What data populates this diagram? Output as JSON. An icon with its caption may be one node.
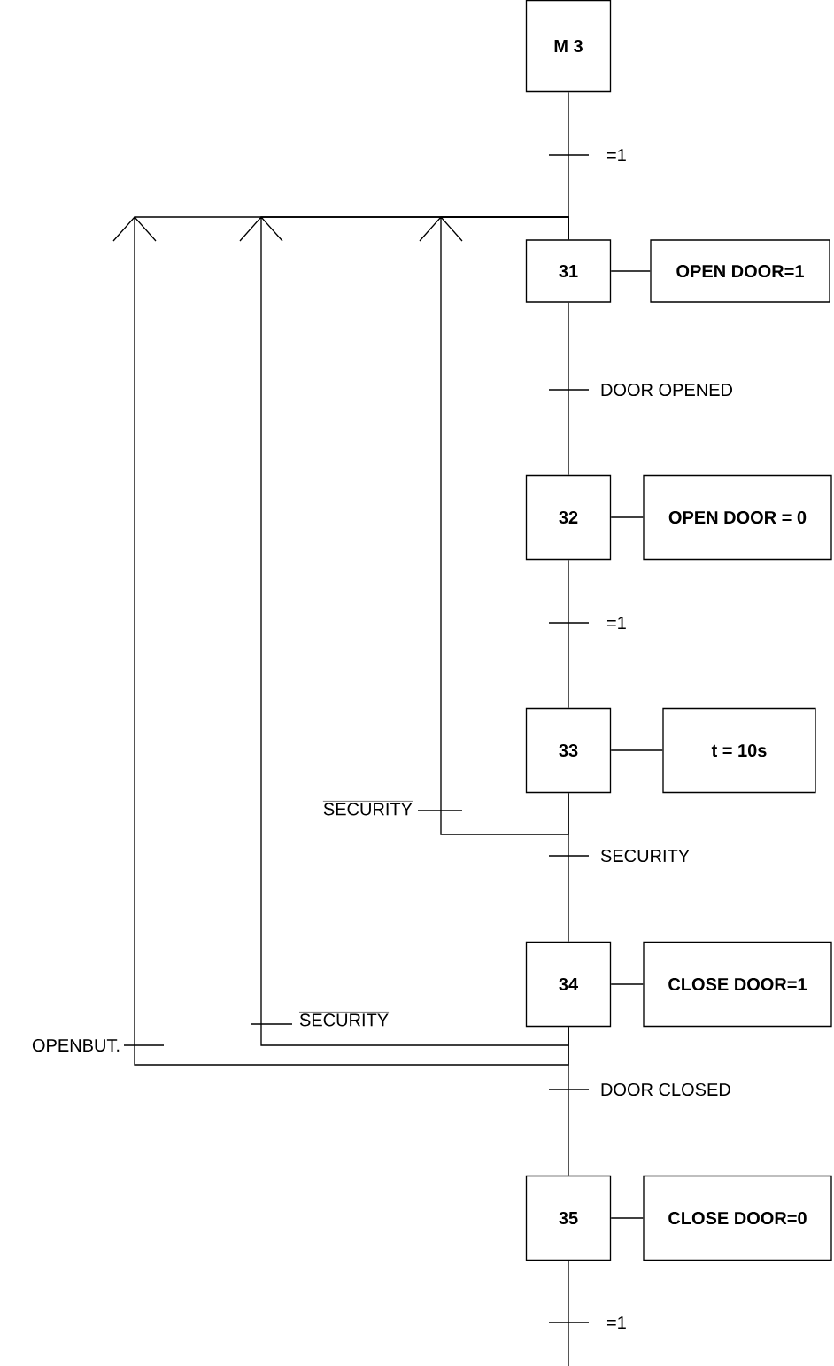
{
  "diagram": {
    "nodes": [
      {
        "text": [
          "M 3"
        ]
      },
      {
        "text": [
          "31"
        ]
      },
      {
        "text": [
          "OPEN DOOR=1"
        ]
      },
      {
        "text": [
          "32"
        ]
      },
      {
        "text": [
          "OPEN DOOR = 0"
        ]
      },
      {
        "text": [
          "33"
        ]
      },
      {
        "text": [
          "t = 10s"
        ]
      },
      {
        "text": [
          "34"
        ]
      },
      {
        "text": [
          "CLOSE DOOR=1"
        ]
      },
      {
        "text": [
          "35"
        ]
      },
      {
        "text": [
          "CLOSE DOOR=0"
        ]
      }
    ],
    "edges": [
      {
        "from": 0,
        "to": 1,
        "arrow": "none",
        "label": "=1"
      },
      {
        "from": 1,
        "to": 2,
        "arrow": "none"
      },
      {
        "from": 1,
        "to": 3,
        "arrow": "none",
        "label": "DOOR OPENED"
      },
      {
        "from": 3,
        "to": 4,
        "arrow": "none"
      },
      {
        "from": 3,
        "to": 5,
        "arrow": "none",
        "label": "=1"
      },
      {
        "from": 5,
        "to": 6,
        "arrow": "none"
      },
      {
        "from": 5,
        "to": 1,
        "arrow": "to",
        "label": "SECURITY"
      },
      {
        "from": 5,
        "to": 7,
        "arrow": "none",
        "label": "SECURITY"
      },
      {
        "from": 7,
        "to": 8,
        "arrow": "none"
      },
      {
        "from": 7,
        "to": 1,
        "arrow": "to",
        "label": "SECURITY"
      },
      {
        "from": 7,
        "to": 1,
        "arrow": "to",
        "label": "OPENBUT."
      },
      {
        "from": 7,
        "to": 9,
        "arrow": "none",
        "label": "DOOR CLOSED"
      },
      {
        "from": 9,
        "to": 10,
        "arrow": "none"
      },
      {
        "from": 9,
        "to": null,
        "arrow": "none",
        "label": "=1"
      }
    ]
  }
}
